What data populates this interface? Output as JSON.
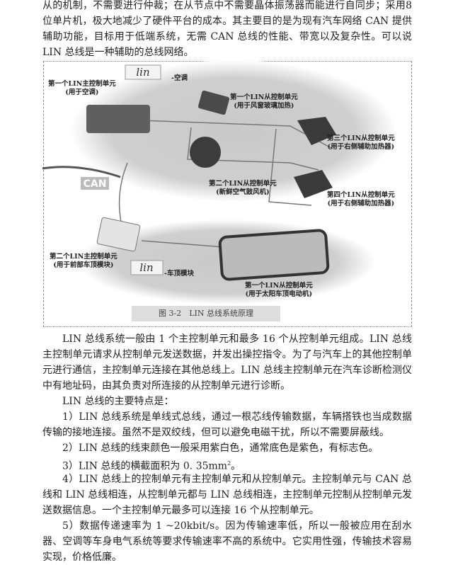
{
  "intro_paragraph": "从的机制，不需要进行仲裁；在从节点中不需要晶体振荡器而能进行自同步；采用8位单片机，极大地减少了硬件平台的成本。其主要目的是为现有汽车网络 CAN 提供辅助功能，目标用于低端系统，无需 CAN 总线的性能、带宽以及复杂性。可以说 LIN 总线是一种辅助的总线网络。",
  "figure": {
    "caption": "图 3-2　LIN 总线系统原理",
    "logo_text": "lin",
    "can_label": "CAN",
    "labels": {
      "master1": [
        "第一个LIN主控制单元",
        "(用于空调)"
      ],
      "logo1_suffix": "-空调",
      "slave1": [
        "第一个LIN从控制单元",
        "(用于风窗玻璃加热)"
      ],
      "slave2": [
        "第二个LIN从控制单元",
        "(新鲜空气鼓风机)"
      ],
      "slave3": [
        "第三个LIN从控制单元",
        "(用于右侧辅助加热器)"
      ],
      "slave4": [
        "第四个LIN从控制单元",
        "(用于右侧辅助加热器)"
      ],
      "master2": [
        "第二个LIN主控制单元",
        "(用于前部车顶模块)"
      ],
      "logo2_suffix": "-车顶模块",
      "slave_roof": [
        "第一个LIN从控制单元",
        "(用于太阳车顶电动机)"
      ]
    }
  },
  "body": {
    "p1": "LIN 总线系统一般由 1 个主控制单元和最多 16 个从控制单元组成。LIN 总线主控制单元请求从控制单元发送数据，并发出操控指令。为了与汽车上的其他控制单元进行通信，主控制单元连接在其他总线上。LIN 总线主控制单元在汽车诊断检测仪中有地址码，由其负责对所连接的从控制单元进行诊断。",
    "p2": "LIN 总线的主要特点是：",
    "item1": "1）LIN 总线系统是单线式总线，通过一根芯线传输数据，车辆搭铁也当成数据传输的接地连接。虽然不是双绞线，但可以避免电磁干扰，所以不需要屏蔽线。",
    "item2": "2）LIN 总线的线束颜色一般采用紫白色，通常底色是紫色，有标志色。",
    "item3_prefix": "3）LIN 总线的横截面积为 0. 35mm",
    "item3_sup": "2",
    "item3_suffix": "。",
    "item4": "4）LIN 总线上的控制单元有主控制单元和从控制单元。主控制单元与 CAN 总线和 LIN 总线相连，从控制单元都与 LIN 总线相连，主控制单元控制从控制单元发送数据信息。一个主控制单元最多可以连接 16 个从控制单元。",
    "item5": "5）数据传递速率为 1 ~20kbit/s。因为传输速率低，所以一般被应用在刮水器、空调等车身电气系统等要求传输速率不高的系统中。它实用性强，传输技术容易实现，价格低廉。"
  }
}
